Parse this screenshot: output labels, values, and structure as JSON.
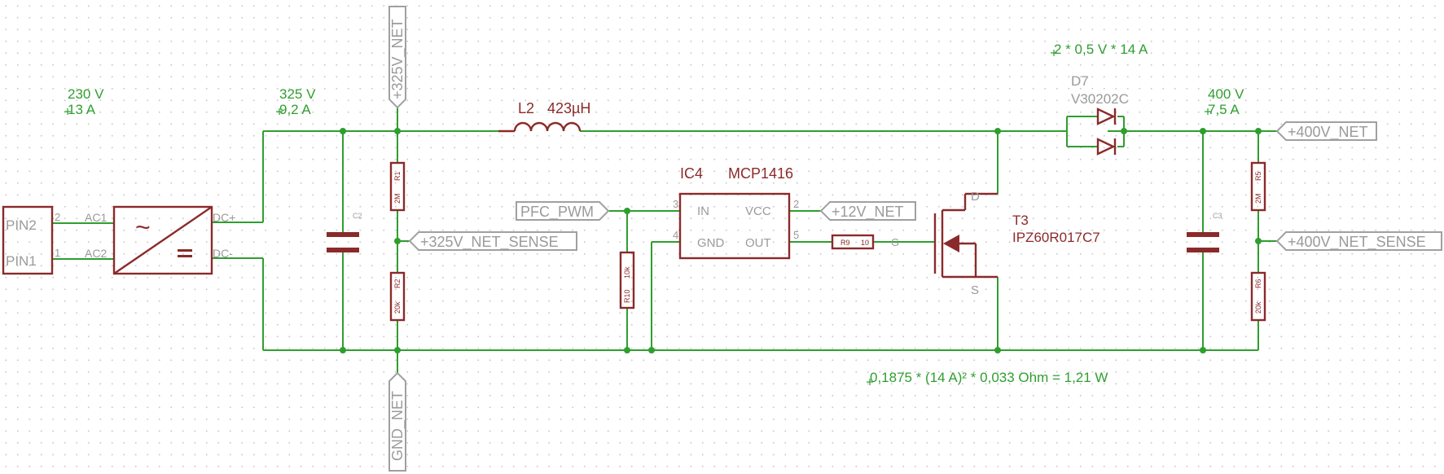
{
  "annotations": {
    "input_voltage": "230 V",
    "input_current": "13 A",
    "dc_voltage": "325 V",
    "dc_current": "9,2 A",
    "diode_loss": "2 * 0,5 V * 14 A",
    "output_voltage": "400 V",
    "output_current": "7,5 A",
    "fet_loss": "0,1875 * (14 A)² * 0,033 Ohm = 1,21 W"
  },
  "connector": {
    "pin2": "PIN2",
    "pin1": "PIN1",
    "num2": "2",
    "num1": "1"
  },
  "rectifier": {
    "ac1": "AC1",
    "ac2": "AC2",
    "dcp": "DC+",
    "dcm": "DC-",
    "tilde": "~"
  },
  "net_labels": {
    "v325_net": "+325V_NET",
    "gnd_net": "GND_NET",
    "v325_sense": "+325V_NET_SENSE",
    "pfc_pwm": "PFC_PWM",
    "v12_net": "+12V_NET",
    "v400_net": "+400V_NET",
    "v400_sense": "+400V_NET_SENSE"
  },
  "components": {
    "c2": "C2",
    "c3": "C3",
    "r1_name": "R1",
    "r1_value": "2M",
    "r2_name": "R2",
    "r2_value": "20k",
    "r5_name": "R5",
    "r5_value": "2M",
    "r6_name": "R6",
    "r6_value": "20k",
    "r10_name": "R10",
    "r10_value": "10k",
    "r9_name": "R9",
    "r9_value": "10",
    "l2_name": "L2",
    "l2_value": "423µH",
    "d7_name": "D7",
    "d7_value": "V30202C",
    "t3_name": "T3",
    "t3_value": "IPZ60R017C7",
    "t3_d": "D",
    "t3_s": "S",
    "t3_g": "G"
  },
  "ic4": {
    "name": "IC4",
    "value": "MCP1416",
    "pin_in": "IN",
    "pin_gnd": "GND",
    "pin_vcc": "VCC",
    "pin_out": "OUT",
    "num_in": "3",
    "num_gnd": "4",
    "num_vcc": "2",
    "num_out": "5"
  }
}
